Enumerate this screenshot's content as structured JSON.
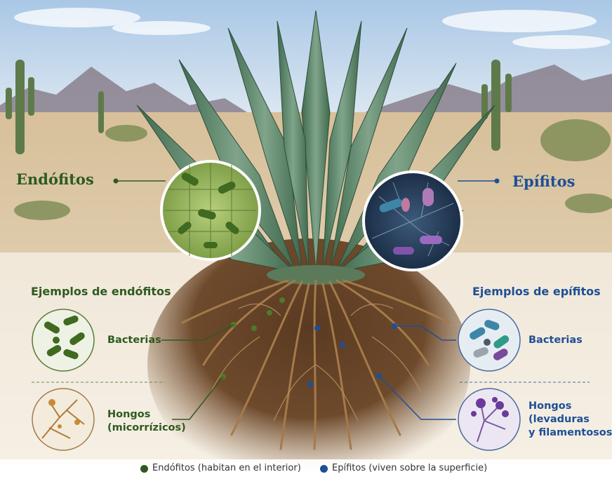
{
  "labels": {
    "endofitos_title": "Endófitos",
    "epifitos_title": "Epífitos",
    "endofitos_examples": "Ejemplos de endófitos",
    "epifitos_examples": "Ejemplos de epífitos",
    "endo_bacteria": "Bacterias",
    "endo_fungi_line1": "Hongos",
    "endo_fungi_line2": "(micorrízicos)",
    "epi_bacteria": "Bacterias",
    "epi_fungi_line1": "Hongos",
    "epi_fungi_line2": "(levaduras",
    "epi_fungi_line3": "y filamentosos)"
  },
  "legend": {
    "endofitos": "Endófitos (habitan en el interior)",
    "epifitos": "Epífitos (viven sobre la superficie)"
  },
  "colors": {
    "endofitos": "#2f5a1f",
    "epifitos": "#1f4f95"
  },
  "icons": [
    "agave-plant-icon",
    "cactus-icon",
    "mountain-icon",
    "bacteria-icon",
    "fungus-icon"
  ]
}
